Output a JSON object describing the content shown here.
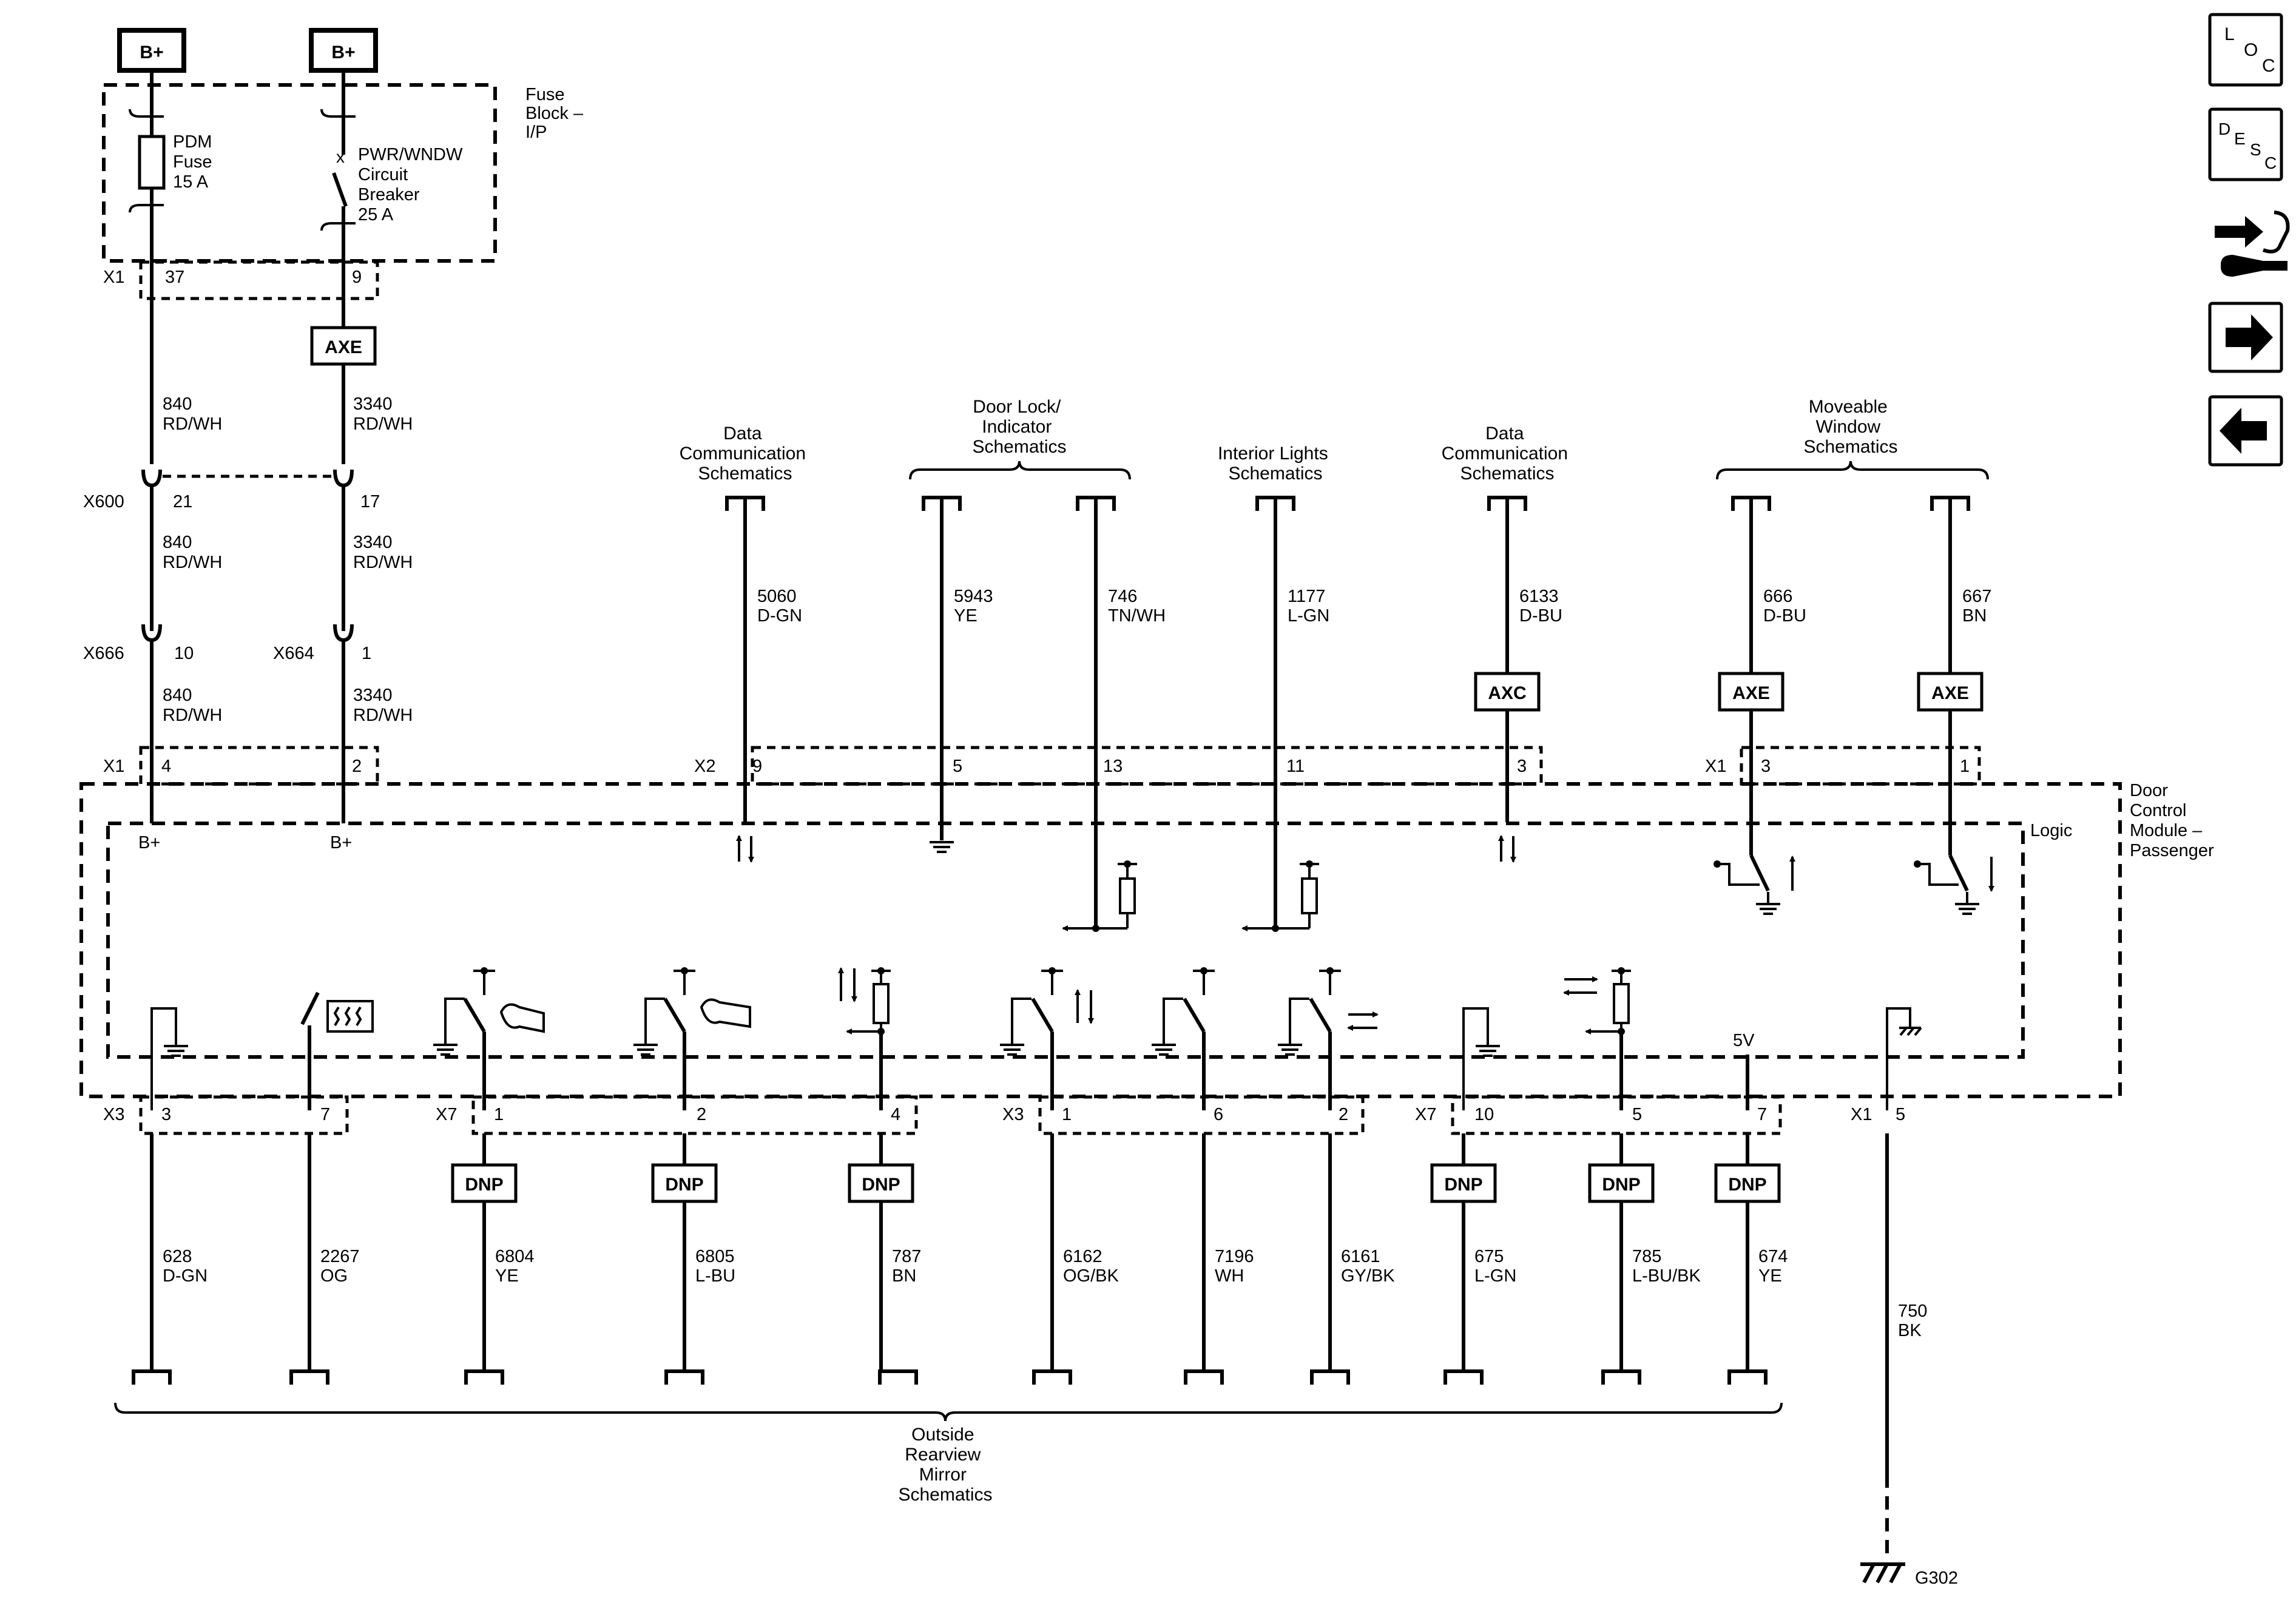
{
  "power": {
    "bplus": "B+"
  },
  "fuse_block": {
    "title": [
      "Fuse",
      "Block –",
      "I/P"
    ],
    "fuse": [
      "PDM",
      "Fuse",
      "15 A"
    ],
    "breaker": [
      "PWR/WNDW",
      "Circuit",
      "Breaker",
      "25 A"
    ]
  },
  "connectors": {
    "x1": "X1",
    "x2": "X2",
    "x3": "X3",
    "x7": "X7",
    "x600": "X600",
    "x666": "X666",
    "x664": "X664"
  },
  "pins": {
    "fb_a": "37",
    "fb_b": "9",
    "x600_a": "21",
    "x600_b": "17",
    "x666": "10",
    "x664": "1",
    "dcm_a": "4",
    "dcm_b": "2",
    "top": [
      "9",
      "5",
      "13",
      "11",
      "3",
      "3",
      "1"
    ],
    "bottom": [
      "3",
      "7",
      "1",
      "2",
      "4",
      "1",
      "6",
      "2",
      "10",
      "5",
      "7",
      "5"
    ]
  },
  "wires": {
    "left_a": [
      "840",
      "RD/WH"
    ],
    "left_b": [
      "3340",
      "RD/WH"
    ],
    "top": [
      [
        "5060",
        "D-GN"
      ],
      [
        "5943",
        "YE"
      ],
      [
        "746",
        "TN/WH"
      ],
      [
        "1177",
        "L-GN"
      ],
      [
        "6133",
        "D-BU"
      ],
      [
        "666",
        "D-BU"
      ],
      [
        "667",
        "BN"
      ]
    ],
    "bottom": [
      [
        "628",
        "D-GN"
      ],
      [
        "2267",
        "OG"
      ],
      [
        "6804",
        "YE"
      ],
      [
        "6805",
        "L-BU"
      ],
      [
        "787",
        "BN"
      ],
      [
        "6162",
        "OG/BK"
      ],
      [
        "7196",
        "WH"
      ],
      [
        "6161",
        "GY/BK"
      ],
      [
        "675",
        "L-GN"
      ],
      [
        "785",
        "L-BU/BK"
      ],
      [
        "674",
        "YE"
      ]
    ],
    "ground": [
      "750",
      "BK"
    ]
  },
  "options": {
    "axe": "AXE",
    "axc": "AXC",
    "dnp": "DNP"
  },
  "headers": {
    "data_comm": [
      "Data",
      "Communication",
      "Schematics"
    ],
    "door_lock": [
      "Door Lock/",
      "Indicator",
      "Schematics"
    ],
    "interior": [
      "Interior Lights",
      "Schematics"
    ],
    "moveable": [
      "Moveable",
      "Window",
      "Schematics"
    ],
    "mirror": [
      "Outside",
      "Rearview",
      "Mirror",
      "Schematics"
    ]
  },
  "module": {
    "title": [
      "Door",
      "Control",
      "Module –",
      "Passenger"
    ],
    "logic": "Logic",
    "bplus": "B+",
    "five_v": "5V"
  },
  "ground_label": "G302",
  "nav": {
    "loc": [
      "L",
      "O",
      "C"
    ],
    "desc": [
      "D",
      "E",
      "S",
      "C"
    ],
    "icons": [
      "connector-pinout-icon",
      "next-arrow-icon",
      "previous-arrow-icon"
    ]
  }
}
